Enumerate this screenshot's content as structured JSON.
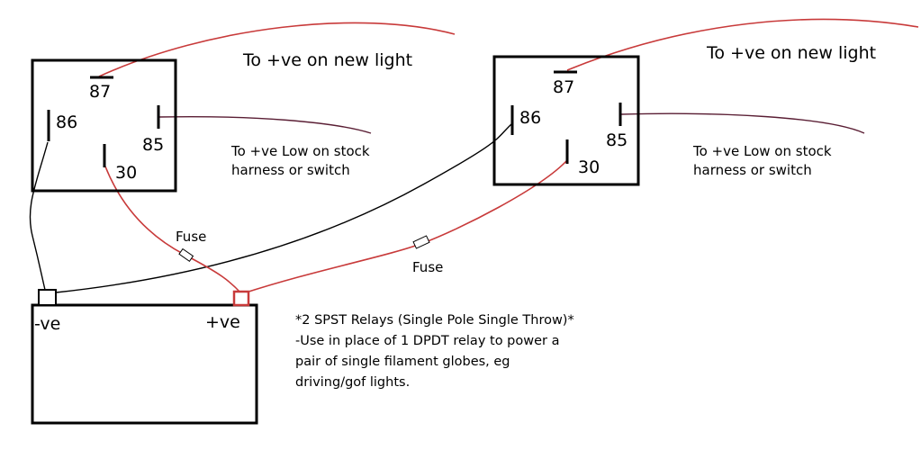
{
  "relay_left": {
    "pins": {
      "p87": "87",
      "p86": "86",
      "p85": "85",
      "p30": "30"
    },
    "label_new_light": "To +ve on new light",
    "label_low_line1": "To +ve Low on stock",
    "label_low_line2": "harness or switch"
  },
  "relay_right": {
    "pins": {
      "p87": "87",
      "p86": "86",
      "p85": "85",
      "p30": "30"
    },
    "label_new_light": "To +ve on new light",
    "label_low_line1": "To +ve Low on stock",
    "label_low_line2": "harness or switch"
  },
  "fuses": {
    "left": "Fuse",
    "right": "Fuse"
  },
  "battery": {
    "neg": "-ve",
    "pos": "+ve"
  },
  "note": {
    "line1": "*2 SPST Relays (Single Pole Single Throw)*",
    "line2": "-Use in place of 1 DPDT relay to power a",
    "line3": "pair of single filament globes, eg",
    "line4": "driving/gof lights."
  },
  "colors": {
    "positive_wire": "#c83a3a",
    "ground_wire": "#000000",
    "coil_wire": "#5a1e34"
  }
}
